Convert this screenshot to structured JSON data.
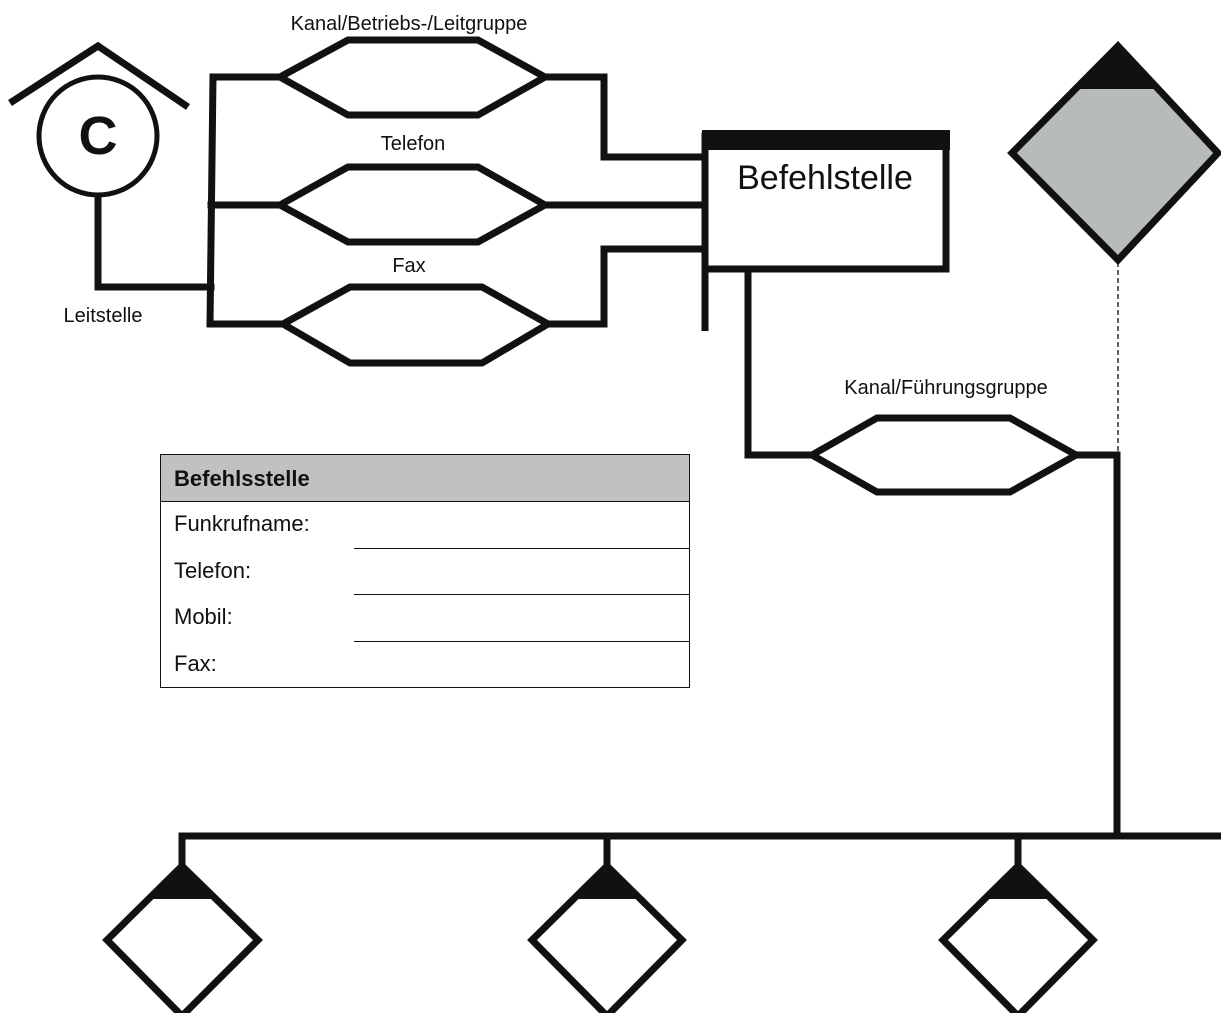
{
  "labels": {
    "channel_operations": "Kanal/Betriebs-/Leitgruppe",
    "telephone": "Telefon",
    "fax": "Fax",
    "control_center": "Leitstelle",
    "command_post": "Befehlstelle",
    "channel_command": "Kanal/Führungsgruppe",
    "control_center_symbol": "C"
  },
  "info_table": {
    "title": "Befehlsstelle",
    "rows": [
      {
        "label": "Funkrufname:",
        "value": ""
      },
      {
        "label": "Telefon:",
        "value": ""
      },
      {
        "label": "Mobil:",
        "value": ""
      },
      {
        "label": "Fax:",
        "value": ""
      }
    ]
  },
  "colors": {
    "line": "#111111",
    "unit_fill_gray": "#b8bbbb",
    "table_header": "#c0c2c2",
    "background": "#ffffff"
  }
}
